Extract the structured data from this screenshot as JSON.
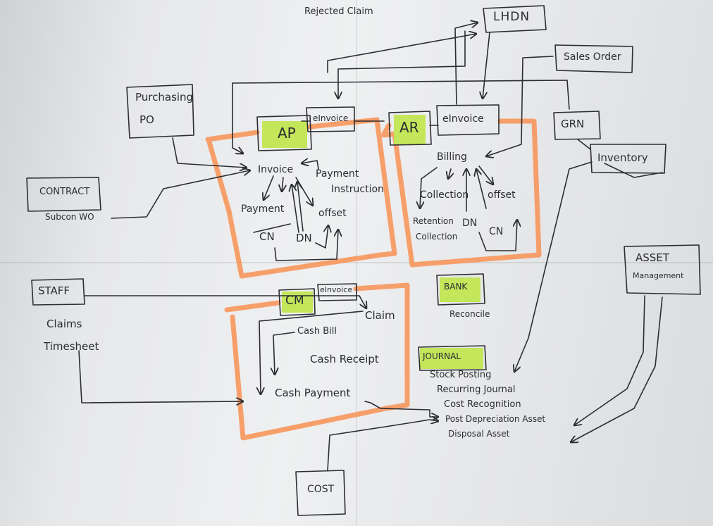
{
  "nodes": {
    "rejected_claim": "Rejected Claim",
    "lhdn": "LHDN",
    "sales_order": "Sales Order",
    "purchasing": "Purchasing",
    "po": "PO",
    "grn": "GRN",
    "inventory": "Inventory",
    "contract": "CONTRACT",
    "subcon_wo": "Subcon WO",
    "staff": "STAFF",
    "claims": "Claims",
    "timesheet": "Timesheet",
    "asset": "ASSET",
    "asset_management": "Management",
    "cost": "COST",
    "bank": "BANK",
    "reconcile": "Reconcile",
    "journal": "JOURNAL"
  },
  "ap": {
    "label": "AP",
    "einvoice": "eInvoice",
    "invoice": "Invoice",
    "payment_instruction_1": "Payment",
    "payment_instruction_2": "Instruction",
    "payment": "Payment",
    "offset": "offset",
    "cn": "CN",
    "dn": "DN"
  },
  "ar": {
    "label": "AR",
    "einvoice": "eInvoice",
    "billing": "Billing",
    "collection": "Collection",
    "offset": "offset",
    "retention_1": "Retention",
    "retention_2": "Collection",
    "dn": "DN",
    "cn": "CN"
  },
  "cm": {
    "label": "CM",
    "einvoice": "eInvoice",
    "claim": "Claim",
    "cash_bill": "Cash Bill",
    "cash_receipt": "Cash Receipt",
    "cash_payment": "Cash Payment"
  },
  "journal_items": [
    "Stock Posting",
    "Recurring Journal",
    "Cost Recognition",
    "Post Depreciation Asset",
    "Disposal Asset"
  ],
  "colors": {
    "module_highlight": "#f7985e",
    "label_highlight": "#c3e65a",
    "ink": "#2b2d33"
  }
}
